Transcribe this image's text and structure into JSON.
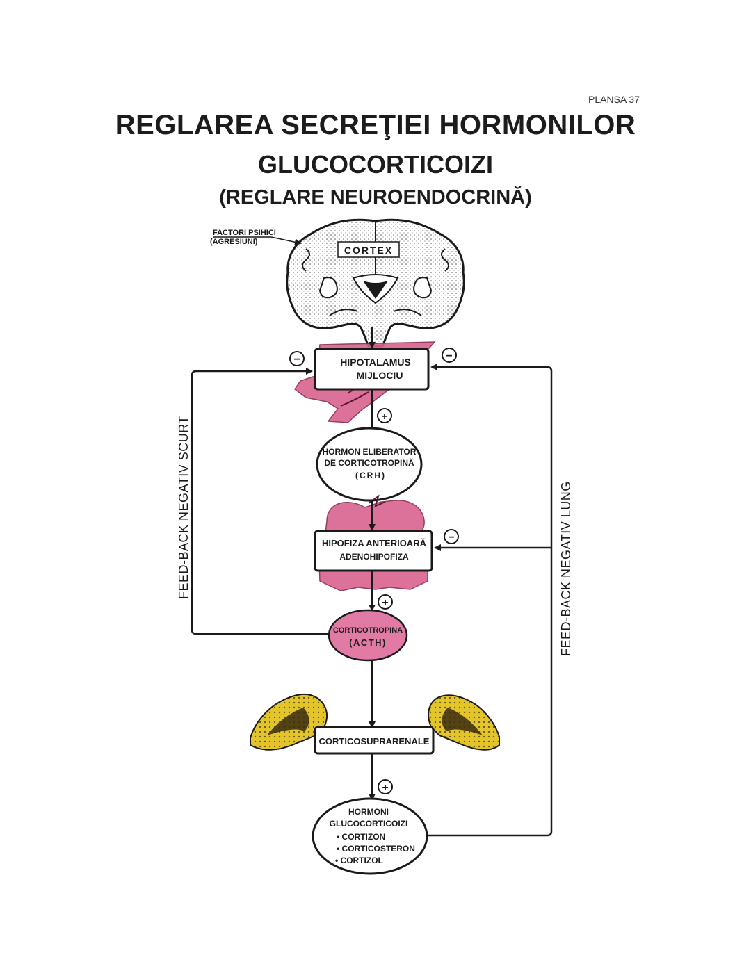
{
  "header": {
    "plate": "PLANȘA 37",
    "title_line1": "REGLAREA SECREŢIEI HORMONILOR",
    "title_line2": "GLUCOCORTICOIZI",
    "subtitle": "(REGLARE NEUROENDOCRINĂ)"
  },
  "diagram": {
    "factori_line1": "FACTORI PSIHICI",
    "factori_line2": "(AGRESIUNI)",
    "cortex": "CORTEX",
    "hipotalamus_line1": "HIPOTALAMUS",
    "hipotalamus_line2": "MIJLOCIU",
    "crh_line1": "HORMON ELIBERATOR",
    "crh_line2": "DE CORTICOTROPINĂ",
    "crh_line3": "(CRH)",
    "hipofiza_line1": "HIPOFIZA ANTERIOARĂ",
    "hipofiza_line2": "ADENOHIPOFIZA",
    "acth_line1": "CORTICOTROPINA",
    "acth_line2": "(ACTH)",
    "suprarenale": "CORTICOSUPRARENALE",
    "hormoni_line1": "HORMONI",
    "hormoni_line2": "GLUCOCORTICOIZI",
    "hormoni_item1": "• CORTIZON",
    "hormoni_item2": "• CORTICOSTERON",
    "hormoni_item3": "• CORTIZOL",
    "feedback_short": "FEED-BACK NEGATIV SCURT",
    "feedback_long": "FEED-BACK NEGATIV LUNG",
    "sign_minus": "−",
    "sign_plus": "+",
    "colors": {
      "hypothalamus_pink": "#d9628f",
      "acth_pink": "#e27aa6",
      "adrenal_yellow": "#e3c52a",
      "line": "#1a1a1a"
    }
  }
}
